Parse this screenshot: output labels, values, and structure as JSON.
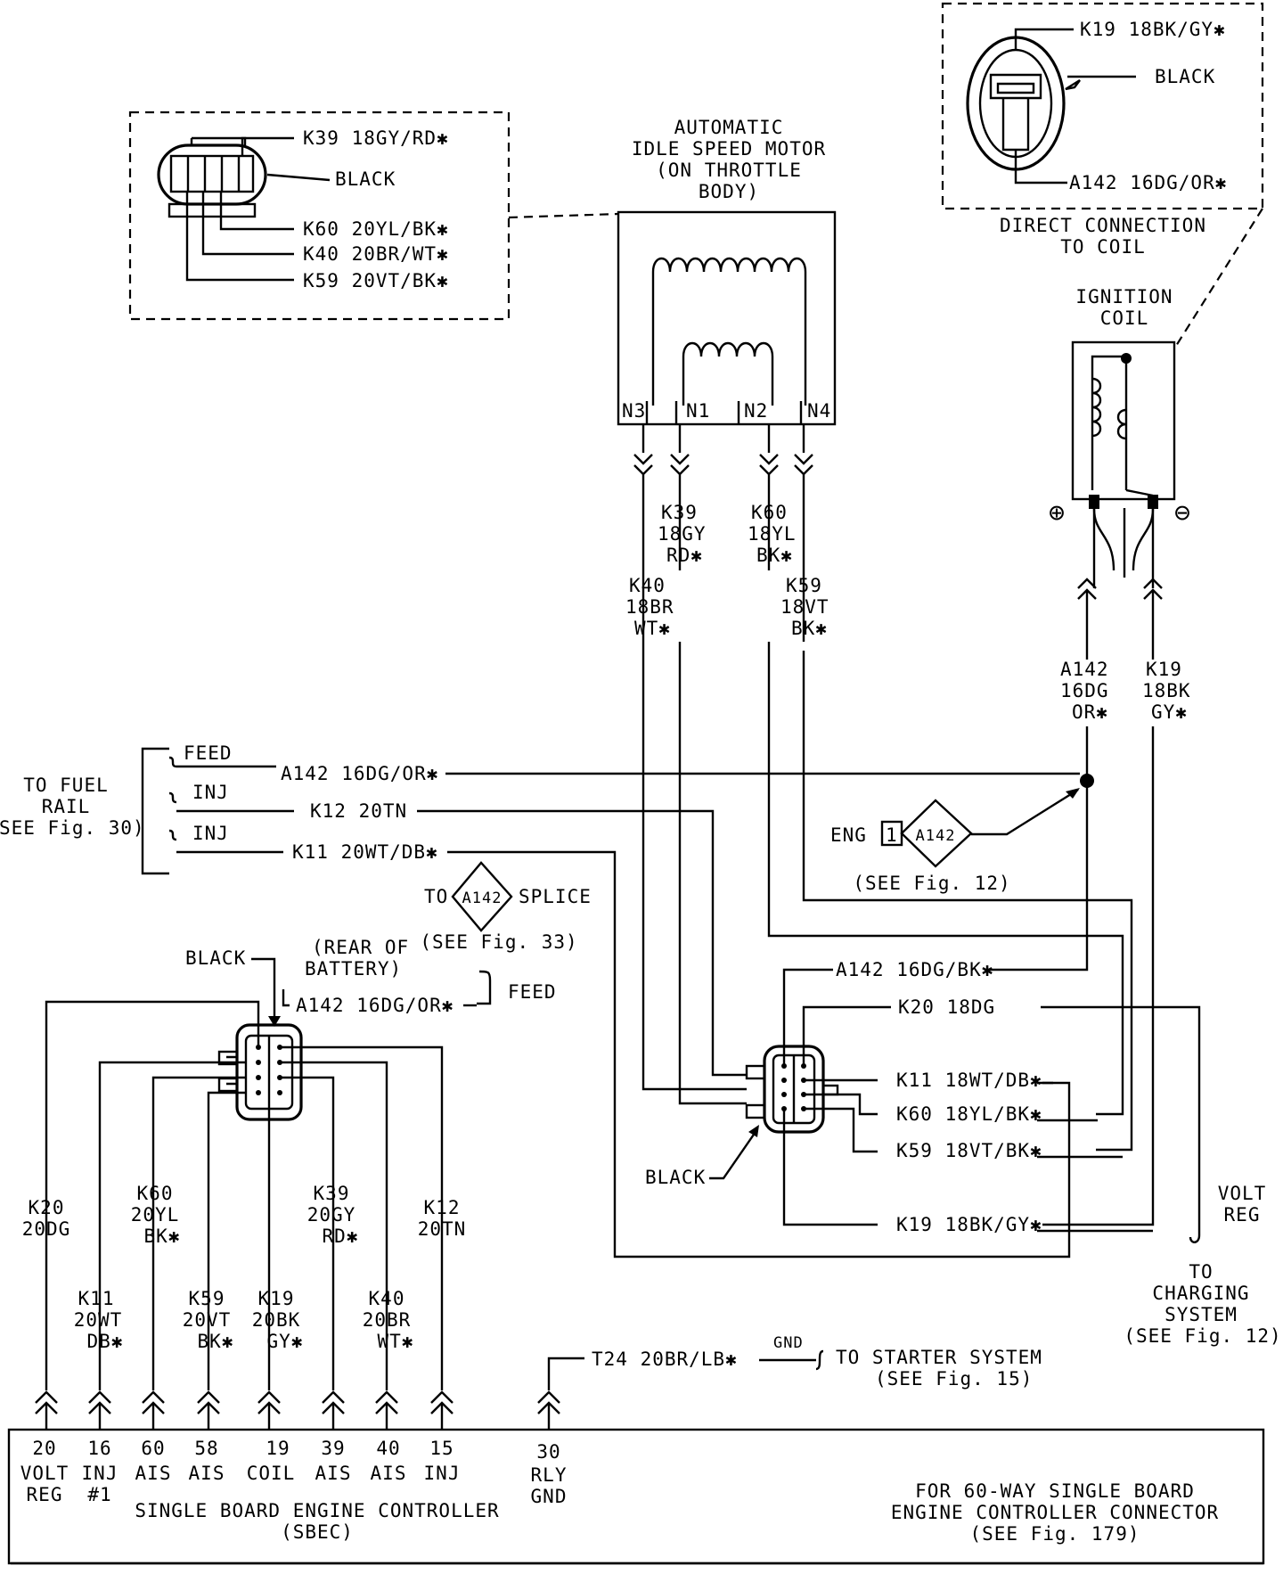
{
  "connector_k39_detail": {
    "pins": [
      "K39 18GY/RD✱",
      "BLACK",
      "K60 20YL/BK✱",
      "K40 20BR/WT✱",
      "K59 20VT/BK✱"
    ]
  },
  "ais_motor": {
    "title": [
      "AUTOMATIC",
      "IDLE SPEED MOTOR",
      "(ON THROTTLE",
      "BODY)"
    ],
    "terminals": [
      "N3",
      "N1",
      "N2",
      "N4"
    ]
  },
  "coil_connector_detail": {
    "pins": [
      "K19 18BK/GY✱",
      "BLACK",
      "A142 16DG/OR✱"
    ],
    "caption": [
      "DIRECT CONNECTION",
      "TO COIL"
    ]
  },
  "ignition_coil": {
    "title": [
      "IGNITION",
      "COIL"
    ],
    "plus": "⊕",
    "minus": "⊖"
  },
  "motor_wires": {
    "k39": [
      "K39",
      "18GY",
      "RD✱"
    ],
    "k60": [
      "K60",
      "18YL",
      "BK✱"
    ],
    "k40": [
      "K40",
      "18BR",
      "WT✱"
    ],
    "k59": [
      "K59",
      "18VT",
      "BK✱"
    ]
  },
  "coil_wires": {
    "a142": [
      "A142",
      "16DG",
      "OR✱"
    ],
    "k19": [
      "K19",
      "18BK",
      "GY✱"
    ]
  },
  "fuel_rail": {
    "label": [
      "TO FUEL",
      "RAIL",
      "(SEE Fig. 30)"
    ],
    "feed": "FEED",
    "inj1": "INJ",
    "inj2": "INJ",
    "wire_a142": "A142 16DG/OR✱",
    "wire_k12": "K12 20TN",
    "wire_k11": "K11 20WT/DB✱"
  },
  "eng_splice": {
    "eng": "ENG",
    "pin": "1",
    "splice": "A142",
    "see": "(SEE Fig. 12)"
  },
  "to_splice": {
    "to": "TO",
    "splice": "A142",
    "word": "SPLICE",
    "see": "(SEE Fig. 33)",
    "feed": "FEED"
  },
  "battery_connector": {
    "black": "BLACK",
    "rear": [
      "(REAR OF",
      "BATTERY)"
    ],
    "a142": "A142 16DG/OR✱"
  },
  "center_connector": {
    "a142": "A142 16DG/BK✱",
    "k20": "K20 18DG",
    "k11": "K11 18WT/DB✱",
    "k60": "K60 18YL/BK✱",
    "k59": "K59 18VT/BK✱",
    "k19": "K19 18BK/GY✱",
    "black": "BLACK"
  },
  "volt_reg": {
    "label": [
      "VOLT",
      "REG"
    ],
    "charging": [
      "TO",
      "CHARGING",
      "SYSTEM",
      "(SEE Fig. 12)"
    ]
  },
  "sbec_wires": {
    "k20": [
      "K20",
      "20DG"
    ],
    "k11": [
      "K11",
      "20WT",
      "DB✱"
    ],
    "k60": [
      "K60",
      "20YL",
      "BK✱"
    ],
    "k59": [
      "K59",
      "20VT",
      "BK✱"
    ],
    "k19": [
      "K19",
      "20BK",
      "GY✱"
    ],
    "k39": [
      "K39",
      "20GY",
      "RD✱"
    ],
    "k40": [
      "K40",
      "20BR",
      "WT✱"
    ],
    "k12": [
      "K12",
      "20TN"
    ]
  },
  "ground": {
    "wire": "T24 20BR/LB✱",
    "gnd": "GND",
    "starter": [
      "TO STARTER SYSTEM",
      "(SEE Fig. 15)"
    ]
  },
  "sbec": {
    "pins": [
      {
        "num": "20",
        "l1": "VOLT",
        "l2": "REG"
      },
      {
        "num": "16",
        "l1": "INJ",
        "l2": "#1"
      },
      {
        "num": "60",
        "l1": "AIS",
        "l2": ""
      },
      {
        "num": "58",
        "l1": "AIS",
        "l2": ""
      },
      {
        "num": "19",
        "l1": "COIL",
        "l2": ""
      },
      {
        "num": "39",
        "l1": "AIS",
        "l2": ""
      },
      {
        "num": "40",
        "l1": "AIS",
        "l2": ""
      },
      {
        "num": "15",
        "l1": "INJ",
        "l2": ""
      },
      {
        "num": "30",
        "l1": "RLY",
        "l2": "GND"
      }
    ],
    "name": [
      "SINGLE BOARD ENGINE CONTROLLER",
      "(SBEC)"
    ],
    "note": [
      "FOR 60-WAY SINGLE BOARD",
      "ENGINE CONTROLLER CONNECTOR",
      "(SEE Fig. 179)"
    ]
  }
}
